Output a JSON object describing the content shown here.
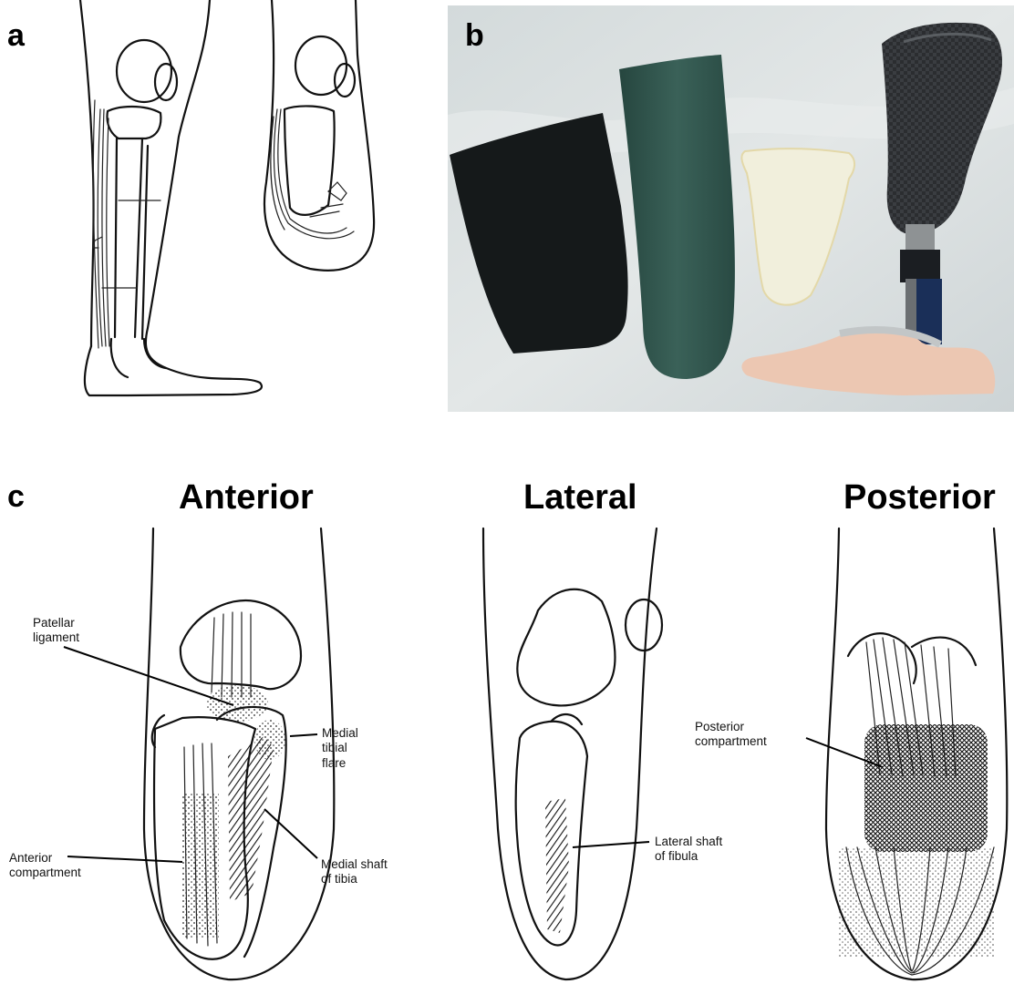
{
  "panels": {
    "a": {
      "letter": "a"
    },
    "b": {
      "letter": "b"
    },
    "c": {
      "letter": "c",
      "views": {
        "anterior": {
          "title": "Anterior",
          "labels": {
            "patellar_ligament": "Patellar\nligament",
            "medial_tibial_flare": "Medial\ntibial\nflare",
            "medial_shaft_of_tibia": "Medial shaft\nof tibia",
            "anterior_compartment": "Anterior\ncompartment"
          }
        },
        "lateral": {
          "title": "Lateral",
          "labels": {
            "lateral_shaft_of_fibula": "Lateral shaft\nof fibula"
          }
        },
        "posterior": {
          "title": "Posterior",
          "labels": {
            "posterior_compartment": "Posterior\ncompartment"
          }
        }
      }
    }
  },
  "colors": {
    "black_sleeve": "#15191a",
    "green_liner": "#2f534b",
    "white_sock": "#f1efdc",
    "carbon_socket": "#2a2c2e",
    "foot_shell": "#ecc7b2",
    "photo_background": "#d9dfe0"
  }
}
